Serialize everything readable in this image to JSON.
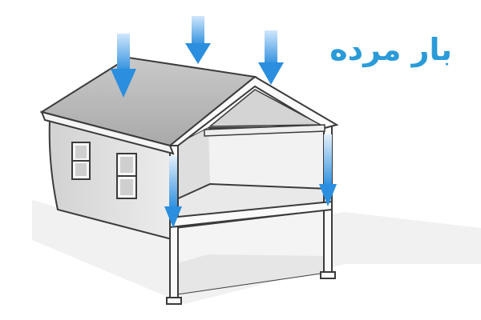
{
  "diagram": {
    "title": "بار مرده",
    "colors": {
      "title": "#2a9bd8",
      "arrow_light": "#cfe6fb",
      "arrow_dark": "#2b8ede",
      "roof": "#bcbcbc",
      "roof_shadow": "#9e9e9e",
      "wall": "#e8e8e8",
      "wall_dark": "#d6d6d6",
      "interior": "#f3f3f3",
      "outline": "#3b3b3b",
      "ground_shadow": "#ececec"
    },
    "arrows": [
      {
        "name": "load-arrow-roof-left",
        "direction": "down"
      },
      {
        "name": "load-arrow-top-center",
        "direction": "down"
      },
      {
        "name": "load-arrow-roof-right",
        "direction": "down"
      },
      {
        "name": "load-arrow-wall-left",
        "direction": "down"
      },
      {
        "name": "load-arrow-wall-right",
        "direction": "down"
      }
    ]
  }
}
